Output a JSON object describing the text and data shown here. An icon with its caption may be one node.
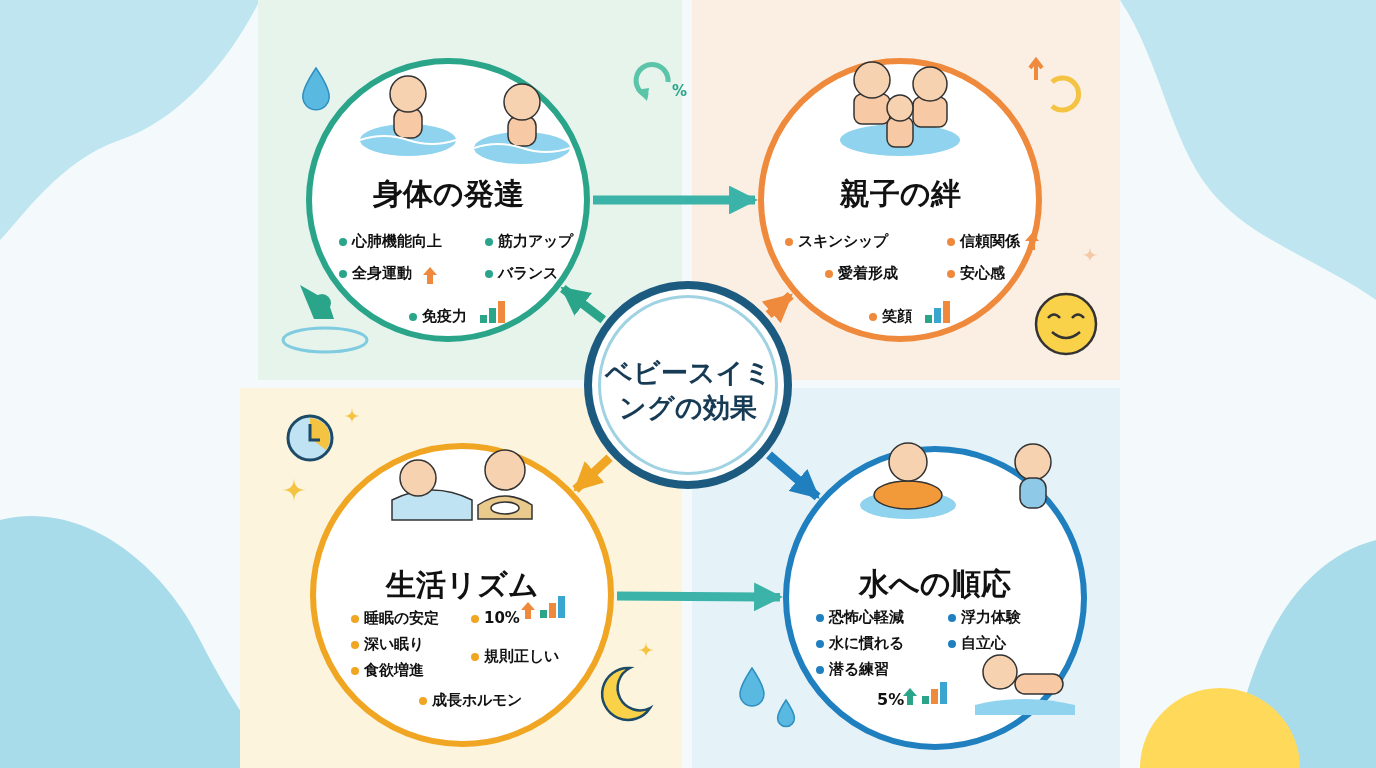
{
  "diagram": {
    "nodes": [
      {
        "text": [
          "ベビースイミングの効果"
        ]
      },
      {
        "text": [
          "身体の発達",
          "心肺機能向上",
          "筋力アップ",
          "全身運動",
          "バランス",
          "免疫力"
        ]
      },
      {
        "text": [
          "親子の絆",
          "スキンシップ",
          "信頼関係",
          "愛着形成",
          "安心感",
          "笑顔"
        ]
      },
      {
        "text": [
          "生活リズム",
          "睡眠の安定",
          "10%",
          "深い眠り",
          "規則正しい",
          "食欲増進",
          "成長ホルモン"
        ]
      },
      {
        "text": [
          "水への順応",
          "恐怖心軽減",
          "浮力体験",
          "水に慣れる",
          "自立心",
          "潜る練習",
          "5%"
        ]
      }
    ],
    "edges": [
      {
        "from": 0,
        "to": 1,
        "arrow": "to",
        "color": "#2aa58a"
      },
      {
        "from": 0,
        "to": 2,
        "arrow": "to",
        "color": "#ef8a3c"
      },
      {
        "from": 0,
        "to": 3,
        "arrow": "to",
        "color": "#f0a523"
      },
      {
        "from": 0,
        "to": 4,
        "arrow": "to",
        "color": "#1f7fbf"
      },
      {
        "from": 1,
        "to": 2,
        "arrow": "to",
        "color": "#3bb3a8"
      },
      {
        "from": 3,
        "to": 4,
        "arrow": "to",
        "color": "#3bb3a8"
      }
    ],
    "labels": [
      "%"
    ]
  }
}
